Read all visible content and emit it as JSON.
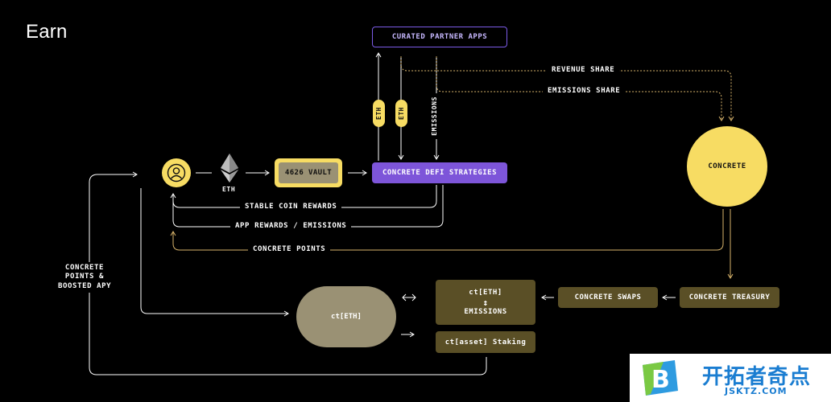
{
  "title": "Earn",
  "nodes": {
    "curated_partner_apps": "CURATED PARTNER APPS",
    "concrete_defi_strategies": "CONCRETE DEFI STRATEGIES",
    "vault": "4626 VAULT",
    "eth": "ETH",
    "concrete": "CONCRETE",
    "concrete_treasury": "CONCRETE TREASURY",
    "concrete_swaps": "CONCRETE SWAPS",
    "ct_eth_top": "ct[ETH]",
    "ct_eth_arrow": "↕",
    "ct_eth_emissions": "EMISSIONS",
    "ct_asset_staking": "ct[asset] Staking",
    "ct_eth_pool": "ct[ETH]"
  },
  "labels": {
    "revenue_share": "REVENUE SHARE",
    "emissions_share": "EMISSIONS SHARE",
    "eth_up": "ETH",
    "eth_down": "ETH",
    "emissions": "EMISSIONS",
    "stable_coin_rewards": "STABLE COIN REWARDS",
    "app_rewards": "APP REWARDS / EMISSIONS",
    "concrete_points": "CONCRETE POINTS",
    "points_boosted": [
      "CONCRETE",
      "POINTS &",
      "BOOSTED APY"
    ]
  },
  "watermark": {
    "logo_letter": "B",
    "text": "开拓者奇点",
    "url": "JSKTZ.COM"
  },
  "colors": {
    "yellow": "#f7dc63",
    "purple": "#7d55d9",
    "olive": "#5a4f26",
    "gray": "#9a9174",
    "tan_line": "#d9b56c"
  }
}
